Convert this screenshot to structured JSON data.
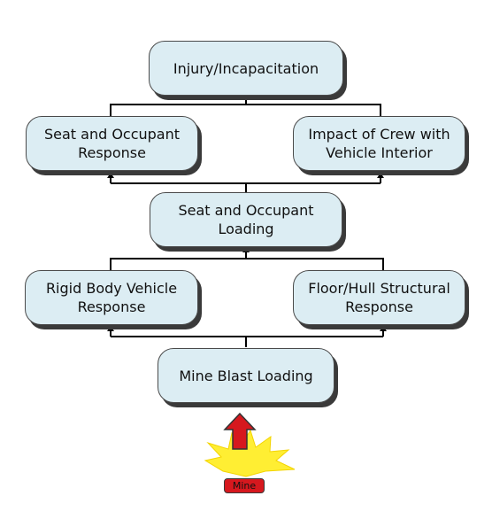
{
  "nodes": {
    "injury": "Injury/Incapacitation",
    "seat_response": "Seat and Occupant\nResponse",
    "crew_impact": "Impact of Crew with\nVehicle Interior",
    "seat_loading": "Seat and Occupant\nLoading",
    "rigid_body": "Rigid Body Vehicle\nResponse",
    "floor_hull": "Floor/Hull Structural\nResponse",
    "mine_blast": "Mine Blast Loading"
  },
  "mine": {
    "label": "Mine"
  },
  "colors": {
    "node_fill": "#dcedf3",
    "node_border": "#4a4a4a",
    "arrow": "#d6181e",
    "blast": "#ffee33",
    "connector": "#000000"
  }
}
